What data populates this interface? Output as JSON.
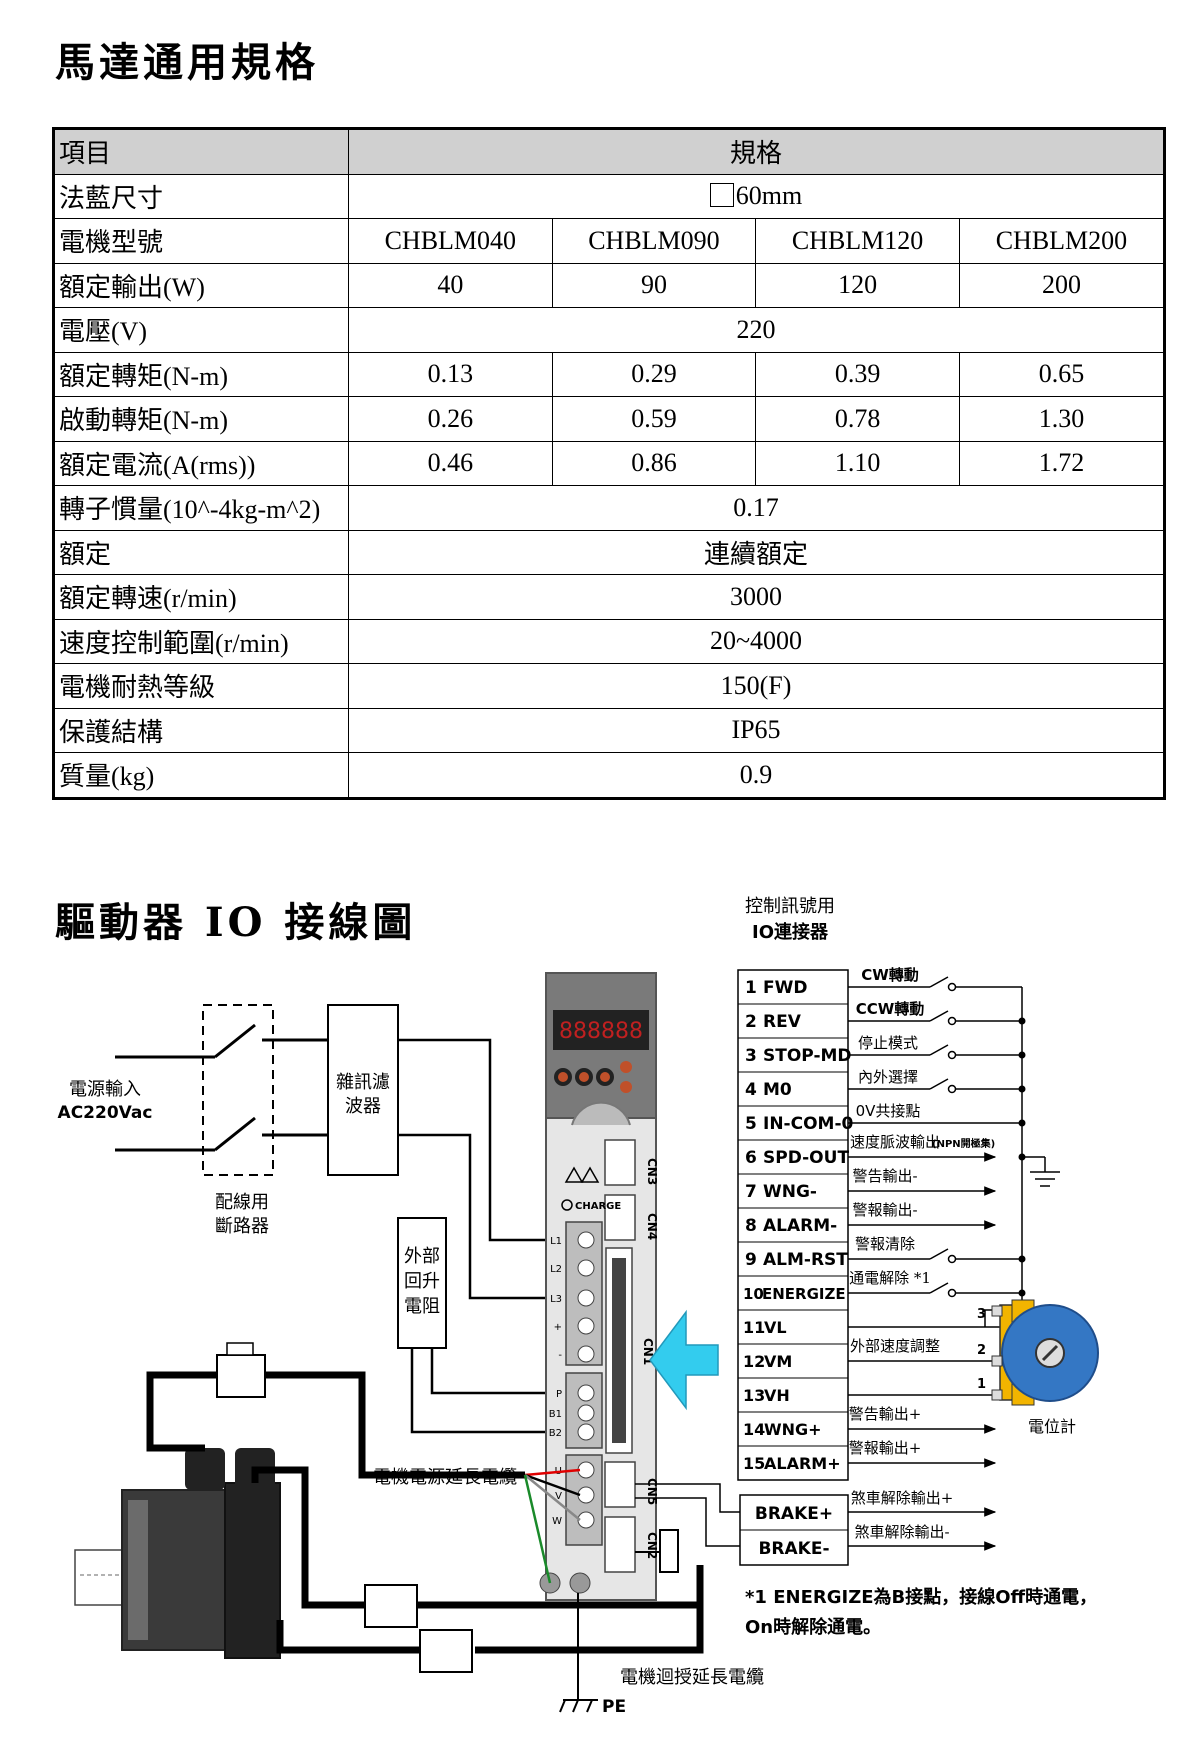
{
  "section1": {
    "title": "馬達通用規格"
  },
  "spec_table": {
    "header": {
      "item": "項目",
      "spec": "規格"
    },
    "rows": [
      {
        "label": "法藍尺寸",
        "span": "60mm"
      },
      {
        "label": "電機型號",
        "cells": [
          "CHBLM040",
          "CHBLM090",
          "CHBLM120",
          "CHBLM200"
        ]
      },
      {
        "label": "額定輸出(W)",
        "cells": [
          "40",
          "90",
          "120",
          "200"
        ]
      },
      {
        "label": "電壓(V)",
        "span": "220"
      },
      {
        "label": "額定轉矩(N-m)",
        "cells": [
          "0.13",
          "0.29",
          "0.39",
          "0.65"
        ]
      },
      {
        "label": "啟動轉矩(N-m)",
        "cells": [
          "0.26",
          "0.59",
          "0.78",
          "1.30"
        ]
      },
      {
        "label": "額定電流(A(rms))",
        "cells": [
          "0.46",
          "0.86",
          "1.10",
          "1.72"
        ]
      },
      {
        "label": "轉子慣量(10^-4kg-m^2)",
        "span": "0.17"
      },
      {
        "label": "額定",
        "span": "連續額定"
      },
      {
        "label": "額定轉速(r/min)",
        "span": "3000"
      },
      {
        "label": "速度控制範圍(r/min)",
        "span": "20~4000"
      },
      {
        "label": "電機耐熱等級",
        "span": "150(F)"
      },
      {
        "label": "保護結構",
        "span": "IP65"
      },
      {
        "label": "質量(kg)",
        "span": "0.9"
      }
    ]
  },
  "section2": {
    "title": "驅動器 IO 接線圖"
  },
  "diagram": {
    "connector_title_1": "控制訊號用",
    "connector_title_2": "IO連接器",
    "power_in_1": "電源輸入",
    "power_in_2": "AC220Vac",
    "breaker_1": "配線用",
    "breaker_2": "斷路器",
    "filter_1": "雜訊濾",
    "filter_2": "波器",
    "resistor_1": "外部",
    "resistor_2": "回升",
    "resistor_3": "電阻",
    "motor_cable": "電機電源延長電纜",
    "encoder_cable": "電機迴授延長電纜",
    "pe": "PE",
    "pot": "電位計",
    "charge": "CHARGE",
    "driver_terms": [
      "L1",
      "L2",
      "L3",
      "+",
      "-",
      "P",
      "B1",
      "B2",
      "U",
      "V",
      "W"
    ],
    "cn_labels": [
      "CN3",
      "CN4",
      "CN1",
      "CN5",
      "CN2"
    ],
    "io_pins": [
      {
        "num": "1",
        "name": "FWD"
      },
      {
        "num": "2",
        "name": "REV"
      },
      {
        "num": "3",
        "name": "STOP-MD"
      },
      {
        "num": "4",
        "name": "M0"
      },
      {
        "num": "5",
        "name": "IN-COM-0"
      },
      {
        "num": "6",
        "name": "SPD-OUT"
      },
      {
        "num": "7",
        "name": "WNG-"
      },
      {
        "num": "8",
        "name": "ALARM-"
      },
      {
        "num": "9",
        "name": "ALM-RST"
      },
      {
        "num": "10",
        "name": "ENERGIZE"
      },
      {
        "num": "11",
        "name": "VL"
      },
      {
        "num": "12",
        "name": "VM"
      },
      {
        "num": "13",
        "name": "VH"
      },
      {
        "num": "14",
        "name": "WNG+"
      },
      {
        "num": "15",
        "name": "ALARM+"
      }
    ],
    "brake_pins": [
      "BRAKE+",
      "BRAKE-"
    ],
    "signal_labels": {
      "cw": "CW轉動",
      "ccw": "CCW轉動",
      "stop": "停止模式",
      "inner": "內外選擇",
      "zero": "0V共接點",
      "spd": "速度脈波輸出",
      "npn": "(NPN開極集)",
      "wng_minus": "警告輸出-",
      "alarm_minus": "警報輸出-",
      "alm_rst": "警報清除",
      "energize": "通電解除 *1",
      "ext_speed": "外部速度調整",
      "wng_plus": "警告輸出+",
      "alarm_plus": "警報輸出+",
      "brake_plus": "煞車解除輸出+",
      "brake_minus": "煞車解除輸出-"
    },
    "pot_pins": [
      "3",
      "2",
      "1"
    ],
    "note_1": "*1 ENERGIZE為B接點，接線Off時通電，",
    "note_2": "On時解除通電。"
  }
}
